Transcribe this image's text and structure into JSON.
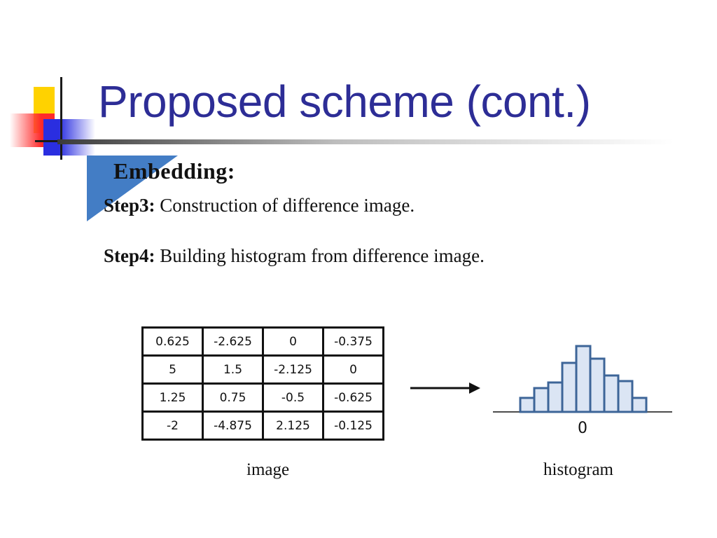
{
  "slide": {
    "title": "Proposed scheme (cont.)",
    "heading": "Embedding:",
    "steps": [
      {
        "label": "Step3:",
        "text": " Construction of difference image."
      },
      {
        "label": "Step4:",
        "text": " Building histogram from difference image."
      }
    ]
  },
  "difference_image": {
    "rows": [
      [
        "0.625",
        "-2.625",
        "0",
        "-0.375"
      ],
      [
        "5",
        "1.5",
        "-2.125",
        "0"
      ],
      [
        "1.25",
        "0.75",
        "-0.5",
        "-0.625"
      ],
      [
        "-2",
        "-4.875",
        "2.125",
        "-0.125"
      ]
    ],
    "caption": "image"
  },
  "histogram": {
    "caption": "histogram",
    "zero_label": "0",
    "bar_heights": [
      1,
      1.7,
      2.1,
      3.5,
      4.7,
      3.8,
      2.6,
      2.2,
      1
    ]
  },
  "colors": {
    "title": "#2d2d96",
    "bar_fill": "#dbe5f4",
    "bar_stroke": "#3d6598"
  }
}
